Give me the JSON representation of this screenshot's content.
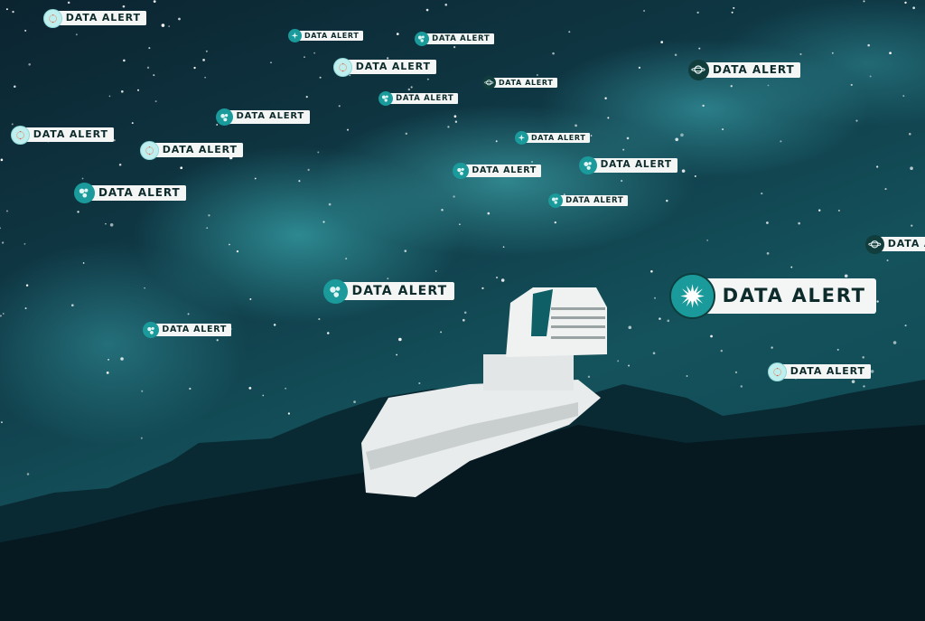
{
  "alerts": [
    {
      "label": "DATA ALERT",
      "icon": "ring"
    },
    {
      "label": "DATA ALERT",
      "icon": "star"
    },
    {
      "label": "DATA ALERT",
      "icon": "cluster"
    },
    {
      "label": "DATA ALERT",
      "icon": "ring"
    },
    {
      "label": "DATA ALERT",
      "icon": "planet"
    },
    {
      "label": "DATA ALERT",
      "icon": "planet"
    },
    {
      "label": "DATA ALERT",
      "icon": "cluster"
    },
    {
      "label": "DATA ALERT",
      "icon": "cluster"
    },
    {
      "label": "DATA ALERT",
      "icon": "ring"
    },
    {
      "label": "DATA ALERT",
      "icon": "ring"
    },
    {
      "label": "DATA ALERT",
      "icon": "star"
    },
    {
      "label": "DATA ALERT",
      "icon": "cluster"
    },
    {
      "label": "DATA ALERT",
      "icon": "cluster"
    },
    {
      "label": "DATA ALERT",
      "icon": "cluster"
    },
    {
      "label": "DATA ALERT",
      "icon": "cluster"
    },
    {
      "label": "DATA ALERT",
      "icon": "planet"
    },
    {
      "label": "DATA ALERT",
      "icon": "cluster"
    },
    {
      "label": "DATA ALERT",
      "icon": "burst"
    },
    {
      "label": "DATA ALERT",
      "icon": "cluster"
    },
    {
      "label": "DATA ALERT",
      "icon": "ring"
    }
  ],
  "colors": {
    "teal": "#1a9a9a",
    "light": "#bfeeee",
    "dark": "#113d3c",
    "label_bg": "#f4f6f5"
  }
}
